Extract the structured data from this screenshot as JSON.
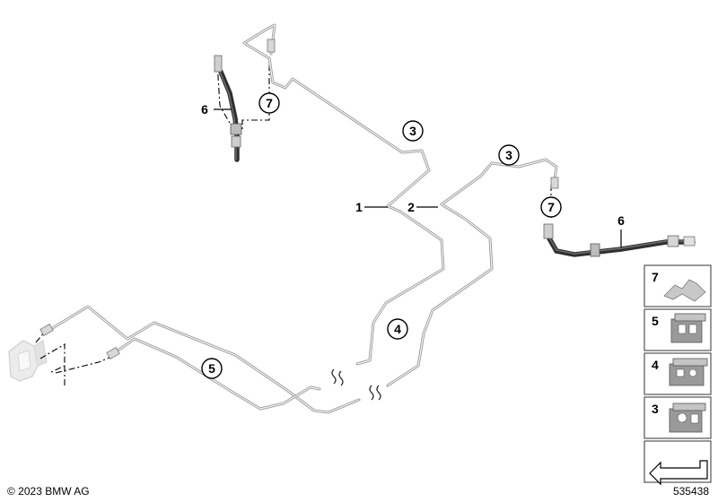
{
  "callouts": {
    "c3_top": "3",
    "c3_right": "3",
    "c7_left": "7",
    "c7_right": "7",
    "c4": "4",
    "c5": "5"
  },
  "labels": {
    "l1": "1",
    "l2": "2",
    "l6_left": "6",
    "l6_right": "6"
  },
  "legend_panels": [
    "7",
    "5",
    "4",
    "3"
  ],
  "footer": {
    "copyright": "© 2023 BMW AG",
    "diagram_number": "535438"
  }
}
